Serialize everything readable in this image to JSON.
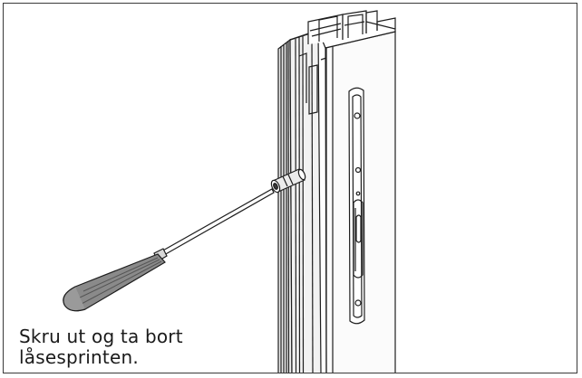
{
  "caption": {
    "line1": "Skru ut og ta bort",
    "line2": "låsesprinten."
  },
  "illustration": {
    "subjects": [
      "window-frame-profile",
      "lock-plate",
      "lock-pin",
      "screwdriver"
    ],
    "colors": {
      "line": "#1e1e1e",
      "profile_fill": "#f4f4f4",
      "screwdriver_handle": "#8a8a8a",
      "frame_border": "#3a3a3a"
    }
  }
}
